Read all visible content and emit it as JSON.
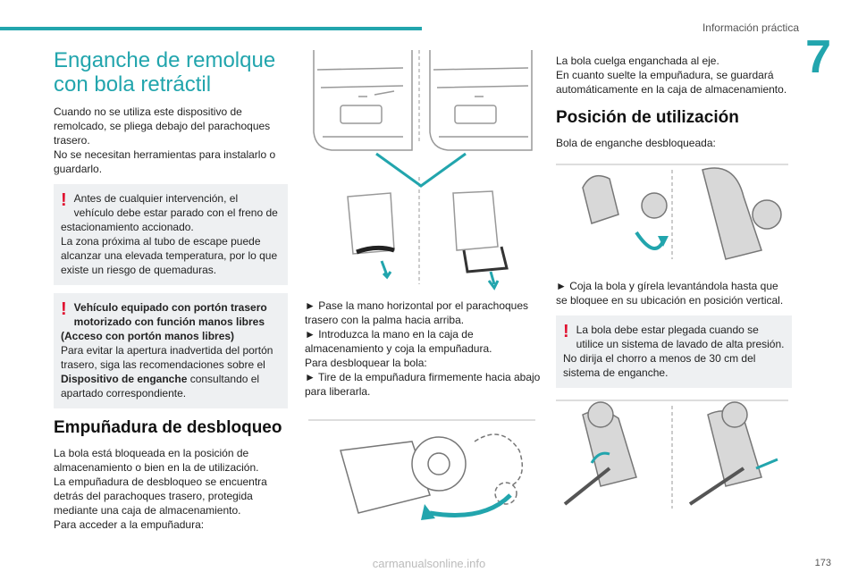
{
  "header": {
    "section": "Información práctica",
    "chapter": "7"
  },
  "footer": {
    "page_number": "173",
    "watermark": "carmanualsonline.info"
  },
  "col1": {
    "title": "Enganche de remolque con bola retráctil",
    "intro": [
      "Cuando no se utiliza este dispositivo de remolcado, se pliega debajo del parachoques trasero.",
      "No se necesitan herramientas para instalarlo o guardarlo."
    ],
    "warn1": [
      "Antes de cualquier intervención, el vehículo debe estar parado con el freno de estacionamiento accionado.",
      "La zona próxima al tubo de escape puede alcanzar una elevada temperatura, por lo que existe un riesgo de quemaduras."
    ],
    "warn2": {
      "bold": "Vehículo equipado con portón trasero motorizado con función manos libres (Acceso con portón manos libres)",
      "text1": "Para evitar la apertura inadvertida del portón trasero, siga las recomendaciones sobre el ",
      "bold2": "Dispositivo de enganche",
      "text2": " consultando el apartado correspondiente."
    },
    "heading": "Empuñadura de desbloqueo",
    "body": [
      "La bola está bloqueada en la posición de almacenamiento o bien en la de utilización.",
      "La empuñadura de desbloqueo se encuentra detrás del parachoques trasero, protegida mediante una caja de almacenamiento.",
      "Para acceder a la empuñadura:"
    ]
  },
  "col2": {
    "steps": [
      "► Pase la mano horizontal por el parachoques trasero con la palma hacia arriba.",
      "► Introduzca la mano en la caja de almacenamiento y coja la empuñadura.",
      "Para desbloquear la bola:",
      "► Tire de la empuñadura firmemente hacia abajo para liberarla."
    ]
  },
  "col3": {
    "intro": [
      "La bola cuelga enganchada al eje.",
      "En cuanto suelte la empuñadura, se guardará automáticamente en la caja de almacenamiento."
    ],
    "heading": "Posición de utilización",
    "sub": "Bola de enganche desbloqueada:",
    "step": "► Coja la bola y gírela levantándola hasta que se bloquee en su ubicación en posición vertical.",
    "warn": [
      "La bola debe estar plegada cuando se utilice un sistema de lavado de alta presión.",
      "No dirija el chorro a menos de 30 cm del sistema de enganche."
    ]
  },
  "colors": {
    "accent": "#22a5ad",
    "warning": "#e0102f",
    "box_bg": "#eef0f2"
  }
}
